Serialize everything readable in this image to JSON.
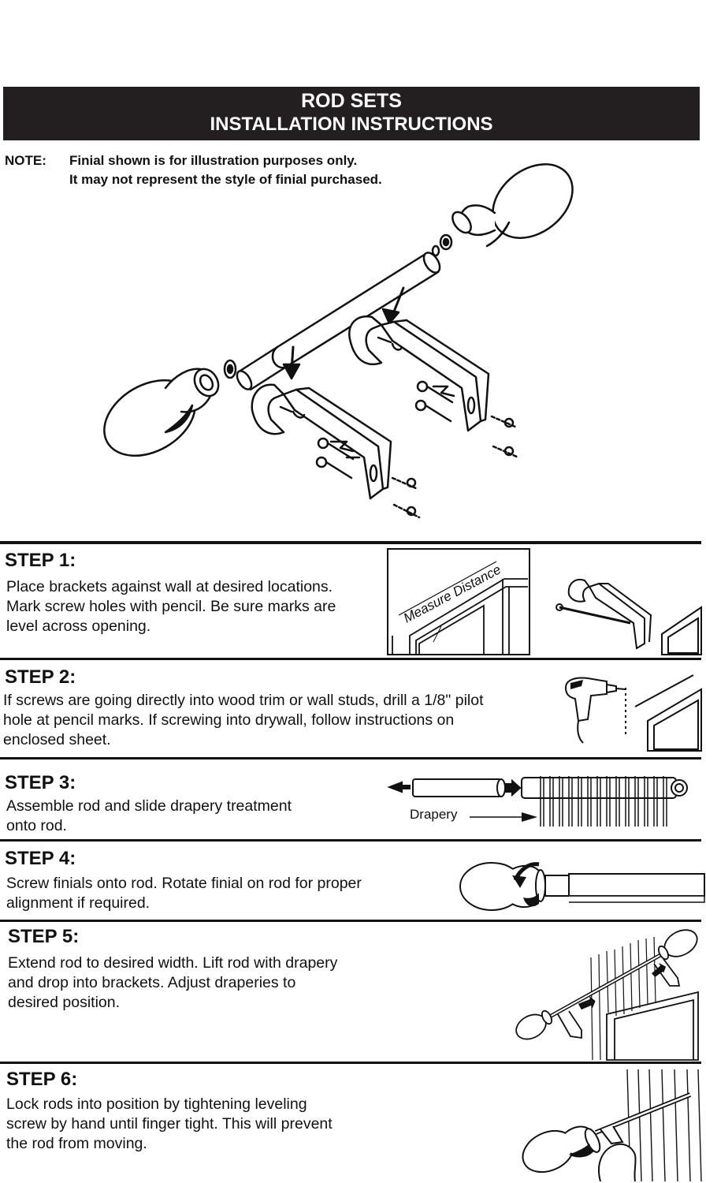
{
  "header": {
    "title_line1": "ROD SETS",
    "title_line2": "INSTALLATION INSTRUCTIONS"
  },
  "note": {
    "label": "NOTE:",
    "line1": "Finial shown is for illustration purposes only.",
    "line2": "It may not represent the style of finial purchased."
  },
  "steps": [
    {
      "title": "STEP 1:",
      "lines": [
        "Place brackets against wall at desired locations.",
        "Mark screw holes with pencil. Be sure marks are",
        "level across opening."
      ],
      "figure_label": "Measure Distance"
    },
    {
      "title": "STEP 2:",
      "lines": [
        "If screws are going directly into wood trim or wall studs, drill a 1/8\" pilot",
        "hole at pencil marks. If screwing into drywall, follow instructions on",
        "enclosed sheet."
      ]
    },
    {
      "title": "STEP 3:",
      "lines": [
        "Assemble rod and slide drapery treatment",
        "onto rod."
      ],
      "figure_label": "Drapery"
    },
    {
      "title": "STEP 4:",
      "lines": [
        "Screw finials onto rod. Rotate finial on rod for proper",
        "alignment if required."
      ]
    },
    {
      "title": "STEP 5:",
      "lines": [
        "Extend rod to desired width. Lift rod with drapery",
        "and drop into brackets. Adjust draperies to",
        "desired position."
      ]
    },
    {
      "title": "STEP 6:",
      "lines": [
        "Lock rods into position by tightening leveling",
        "screw by hand until finger tight.  This will prevent",
        "the rod from moving."
      ]
    }
  ]
}
